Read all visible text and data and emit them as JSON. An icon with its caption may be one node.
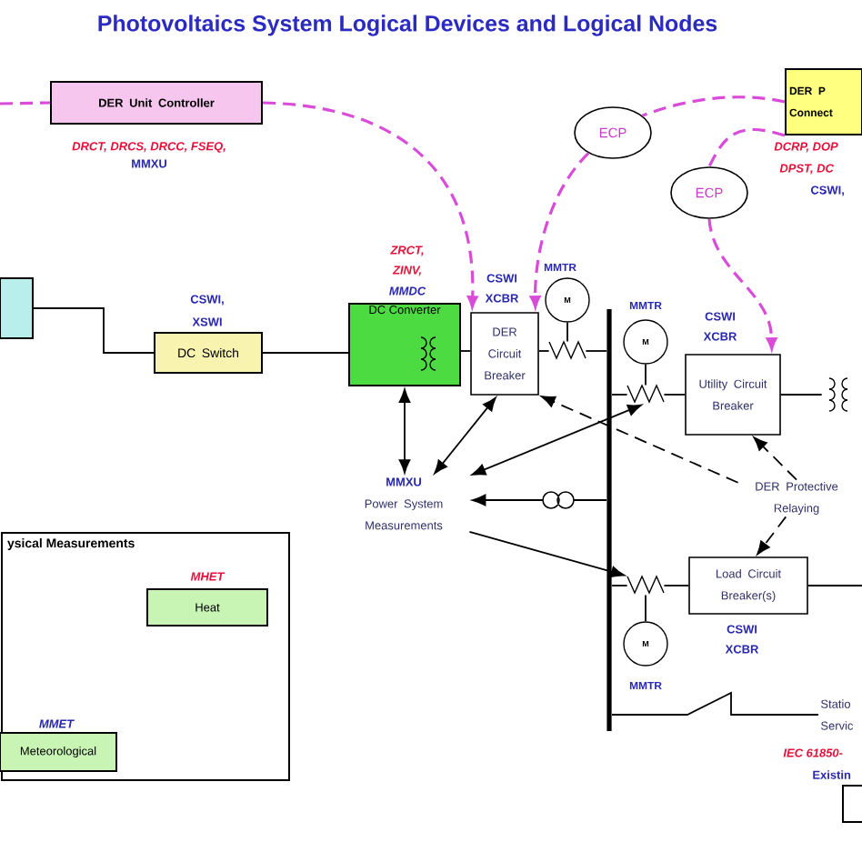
{
  "diagram": {
    "title": "Photovoltaics System Logical Devices and Logical Nodes",
    "nodes": [
      {
        "text": [
          "DER Unit Controller"
        ],
        "beside": [
          "DRCT, DRCS, DRCC, FSEQ,",
          "MMXU"
        ]
      },
      {
        "text": [
          "DER P Connect"
        ],
        "beside": [
          "DCRP, DOP",
          "DPST, DC",
          "CSWI,"
        ]
      },
      {
        "text": [
          "ECP"
        ]
      },
      {
        "text": [
          "ECP"
        ]
      },
      {
        "text": [],
        "shape": "box"
      },
      {
        "text": [
          "DC Switch"
        ],
        "beside": [
          "CSWI,",
          "XSWI"
        ]
      },
      {
        "text": [
          "DC Converter"
        ],
        "beside": [
          "ZRCT,",
          "ZINV,",
          "MMDC"
        ]
      },
      {
        "text": [
          "DER Circuit Breaker"
        ],
        "beside": [
          "CSWI",
          "XCBR"
        ]
      },
      {
        "text": [
          "M"
        ],
        "beside": [
          "MMTR"
        ]
      },
      {
        "text": [
          "M"
        ],
        "beside": [
          "MMTR"
        ]
      },
      {
        "text": [
          "Utility Circuit Breaker"
        ],
        "beside": [
          "CSWI",
          "XCBR"
        ]
      },
      {
        "text": [
          "MMXU",
          "Power System Measurements"
        ]
      },
      {
        "text": [
          "DER Protective Relaying"
        ]
      },
      {
        "text": [
          "Load Circuit Breaker(s)"
        ],
        "beside": [
          "CSWI",
          "XCBR"
        ]
      },
      {
        "text": [
          "M"
        ],
        "beside": [
          "MMTR"
        ]
      },
      {
        "text": [
          "ysical Measurements"
        ]
      },
      {
        "text": [
          "Heat"
        ],
        "in": 15,
        "beside": [
          "MHET"
        ]
      },
      {
        "text": [
          "Meteorological"
        ],
        "in": 15,
        "beside": [
          "MMET"
        ]
      },
      {
        "text": [
          "Statio Servic"
        ]
      },
      {
        "text": [],
        "shape": "box"
      },
      {
        "text": [],
        "shape": "bar"
      },
      {
        "text": [],
        "shape": "transformer"
      },
      {
        "text": [],
        "shape": "zigzag"
      },
      {
        "text": [],
        "shape": "zigzag"
      },
      {
        "text": [],
        "shape": "zigzag"
      }
    ],
    "edges": [
      {
        "from": null,
        "to": 0,
        "arrow": "none",
        "style": "dashed",
        "color": "#d94bd9"
      },
      {
        "from": 0,
        "to": 7,
        "arrow": "to",
        "style": "dashed",
        "color": "#d94bd9"
      },
      {
        "from": 1,
        "to": 2,
        "arrow": "none",
        "style": "dashed",
        "color": "#d94bd9"
      },
      {
        "from": 2,
        "to": 7,
        "arrow": "to",
        "style": "dashed",
        "color": "#d94bd9"
      },
      {
        "from": 1,
        "to": 3,
        "arrow": "none",
        "style": "dashed",
        "color": "#d94bd9"
      },
      {
        "from": 3,
        "to": 10,
        "arrow": "to",
        "style": "dashed",
        "color": "#d94bd9"
      },
      {
        "from": 4,
        "to": 5,
        "arrow": "none"
      },
      {
        "from": 5,
        "to": 6,
        "arrow": "none"
      },
      {
        "from": 6,
        "to": 7,
        "arrow": "none"
      },
      {
        "from": 7,
        "to": 22,
        "arrow": "none"
      },
      {
        "from": 22,
        "to": 20,
        "arrow": "none"
      },
      {
        "from": 20,
        "to": 23,
        "arrow": "none"
      },
      {
        "from": 23,
        "to": 10,
        "arrow": "none"
      },
      {
        "from": 20,
        "to": 24,
        "arrow": "none"
      },
      {
        "from": 24,
        "to": 13,
        "arrow": "none"
      },
      {
        "from": 20,
        "to": 18,
        "arrow": "none"
      },
      {
        "from": 10,
        "to": 21,
        "arrow": "none"
      },
      {
        "from": 13,
        "to": null,
        "arrow": "none"
      },
      {
        "from": 8,
        "to": 22,
        "arrow": "none"
      },
      {
        "from": 9,
        "to": 23,
        "arrow": "none"
      },
      {
        "from": 14,
        "to": 24,
        "arrow": "none"
      },
      {
        "from": 6,
        "to": 11,
        "arrow": "both"
      },
      {
        "from": 7,
        "to": 11,
        "arrow": "both"
      },
      {
        "from": 11,
        "to": 23,
        "arrow": "both"
      },
      {
        "from": 20,
        "to": 11,
        "arrow": "to"
      },
      {
        "from": 11,
        "to": 24,
        "arrow": "to"
      },
      {
        "from": 12,
        "to": 7,
        "arrow": "to",
        "style": "dashed"
      },
      {
        "from": 12,
        "to": 10,
        "arrow": "to",
        "style": "dashed"
      },
      {
        "from": 12,
        "to": 13,
        "arrow": "to",
        "style": "dashed"
      }
    ],
    "labels": [
      "IEC 61850-",
      "Existin"
    ]
  }
}
